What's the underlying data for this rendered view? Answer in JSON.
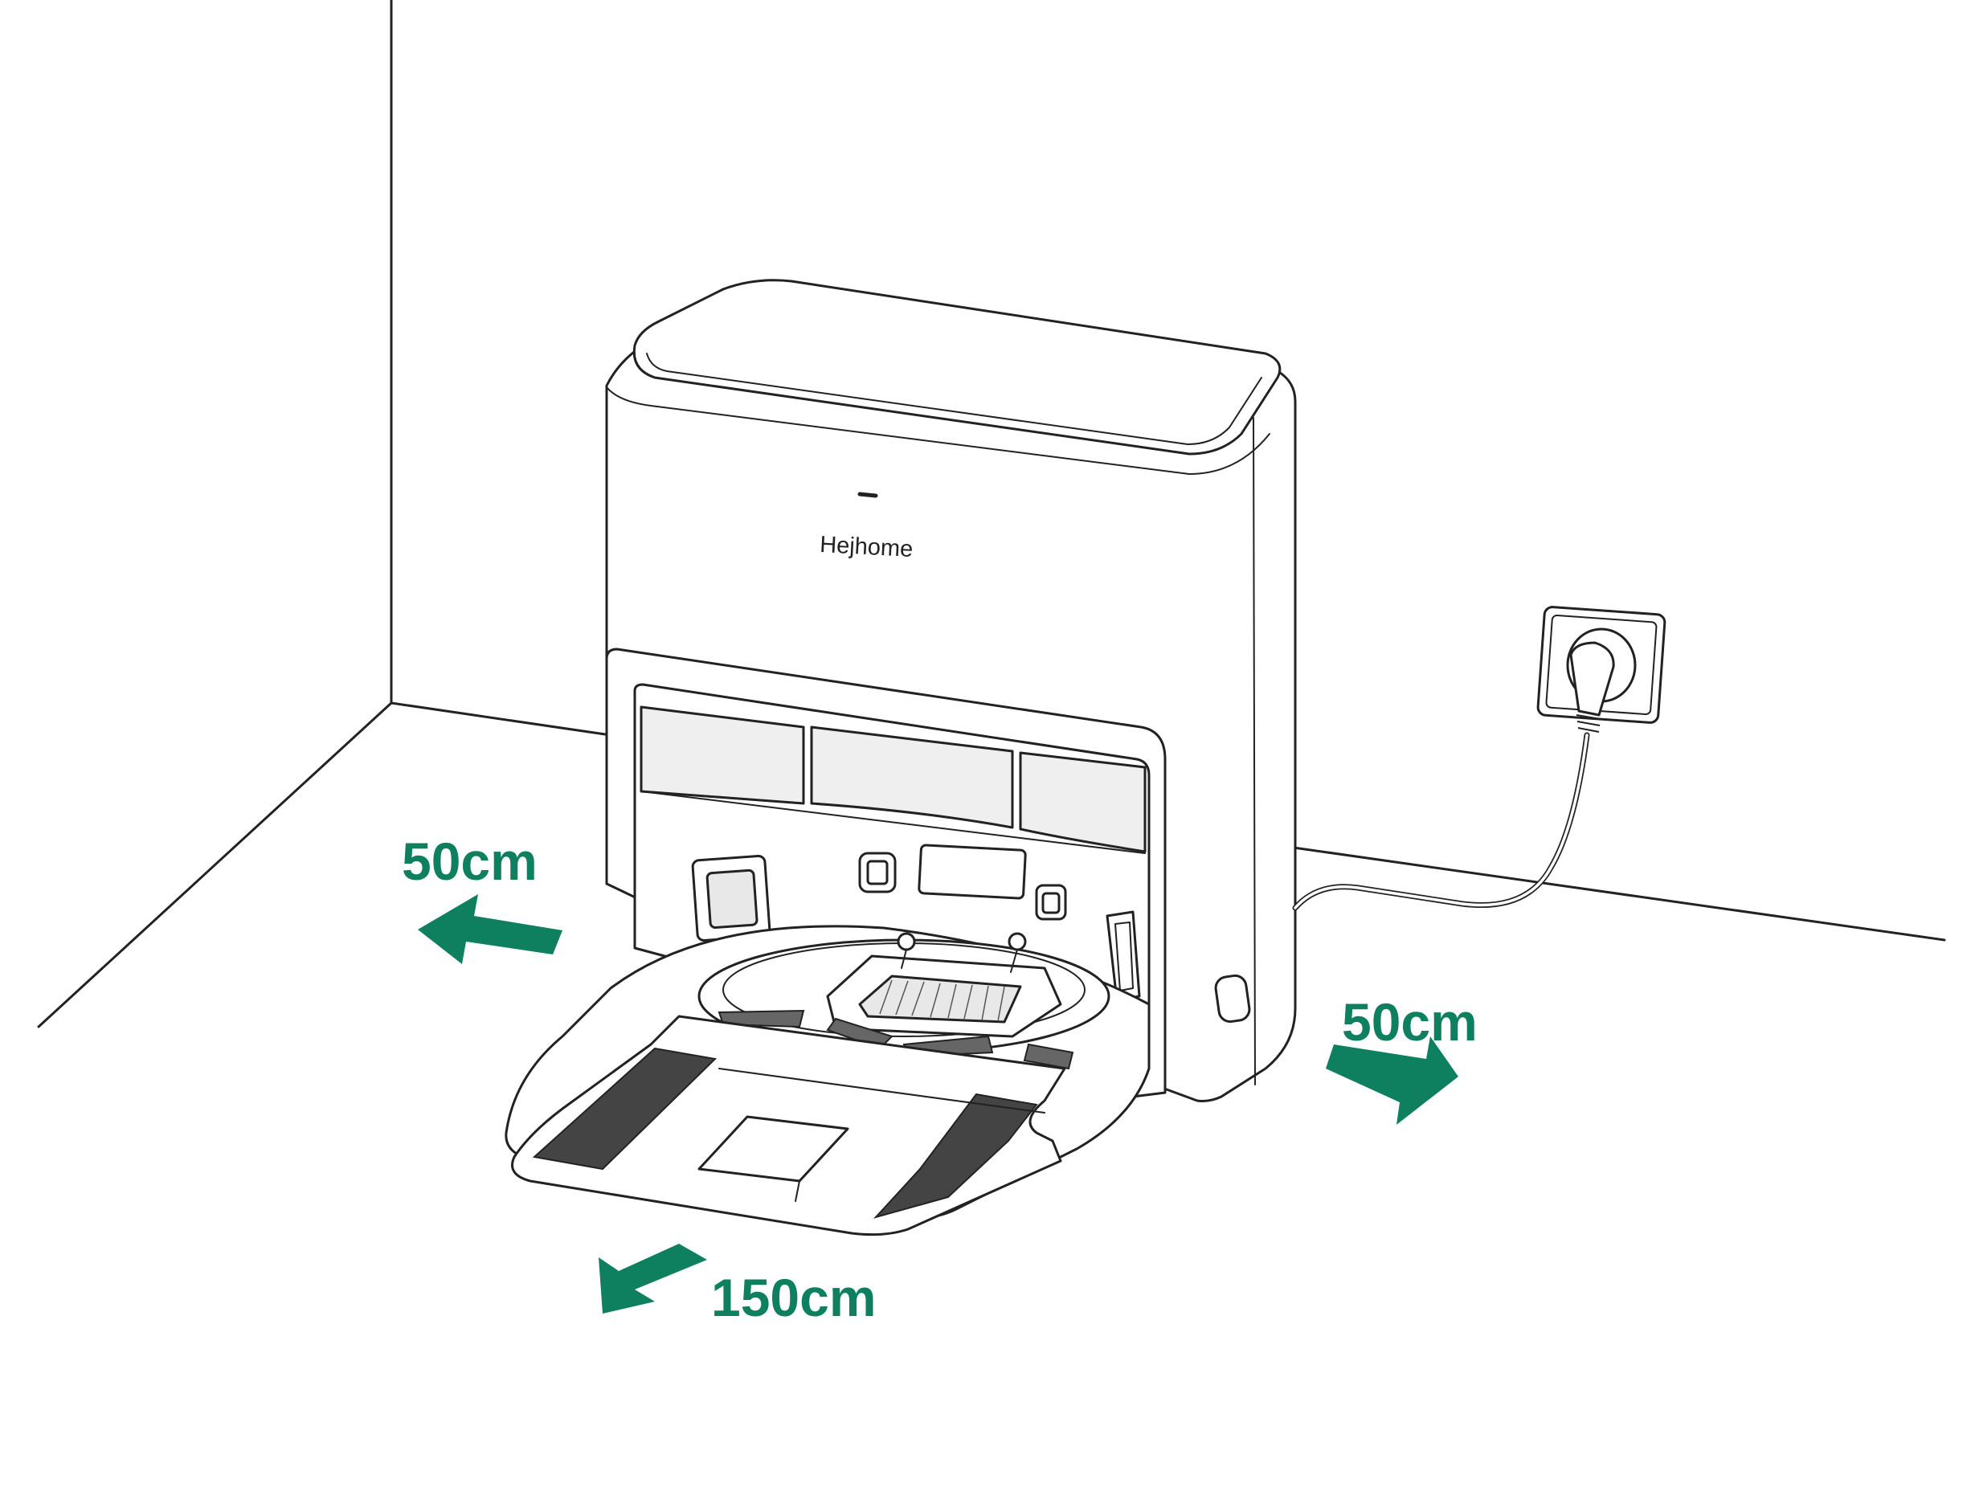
{
  "brand_label": "Hejhome",
  "colors": {
    "accent": "#0e7f5f",
    "line": "#222222",
    "tread": "#444444"
  },
  "clearances": {
    "left": {
      "label": "50cm",
      "direction": "left"
    },
    "right": {
      "label": "50cm",
      "direction": "right"
    },
    "front": {
      "label": "150cm",
      "direction": "front"
    }
  }
}
